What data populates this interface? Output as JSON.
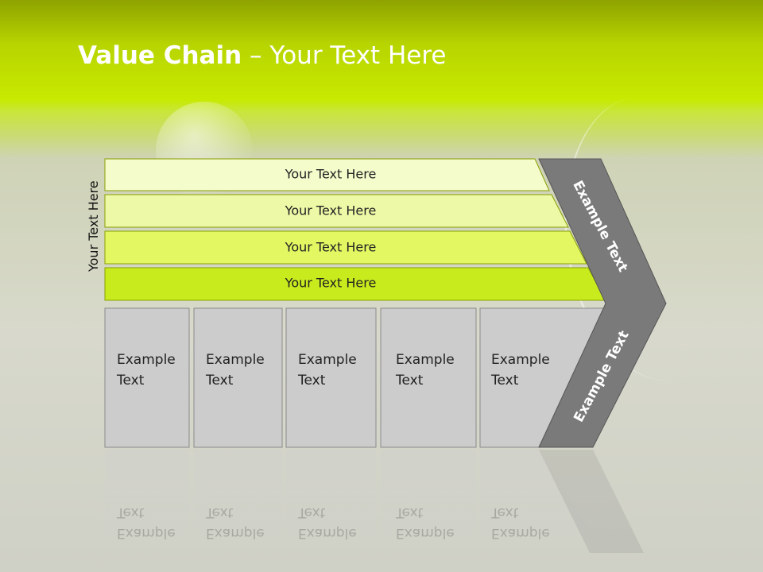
{
  "title": {
    "bold": "Value Chain",
    "rest": " – Your Text Here"
  },
  "side_label": "Your Text Here",
  "bars": [
    {
      "label": "Your Text Here",
      "color": "#f4fccc"
    },
    {
      "label": "Your Text Here",
      "color": "#edf9a6"
    },
    {
      "label": "Your Text Here",
      "color": "#e3f763"
    },
    {
      "label": "Your Text Here",
      "color": "#c8eb1d"
    }
  ],
  "boxes": [
    {
      "line1": "Example",
      "line2": "Text"
    },
    {
      "line1": "Example",
      "line2": "Text"
    },
    {
      "line1": "Example",
      "line2": "Text"
    },
    {
      "line1": "Example",
      "line2": "Text"
    },
    {
      "line1": "Example",
      "line2": "Text"
    }
  ],
  "chevron": {
    "top_label": "Example Text",
    "bottom_label": "Example Text",
    "color": "#7a7a7a"
  },
  "colors": {
    "box_fill": "#cccccc",
    "box_border": "#8a8a8a",
    "bar_border": "#8aa000"
  }
}
